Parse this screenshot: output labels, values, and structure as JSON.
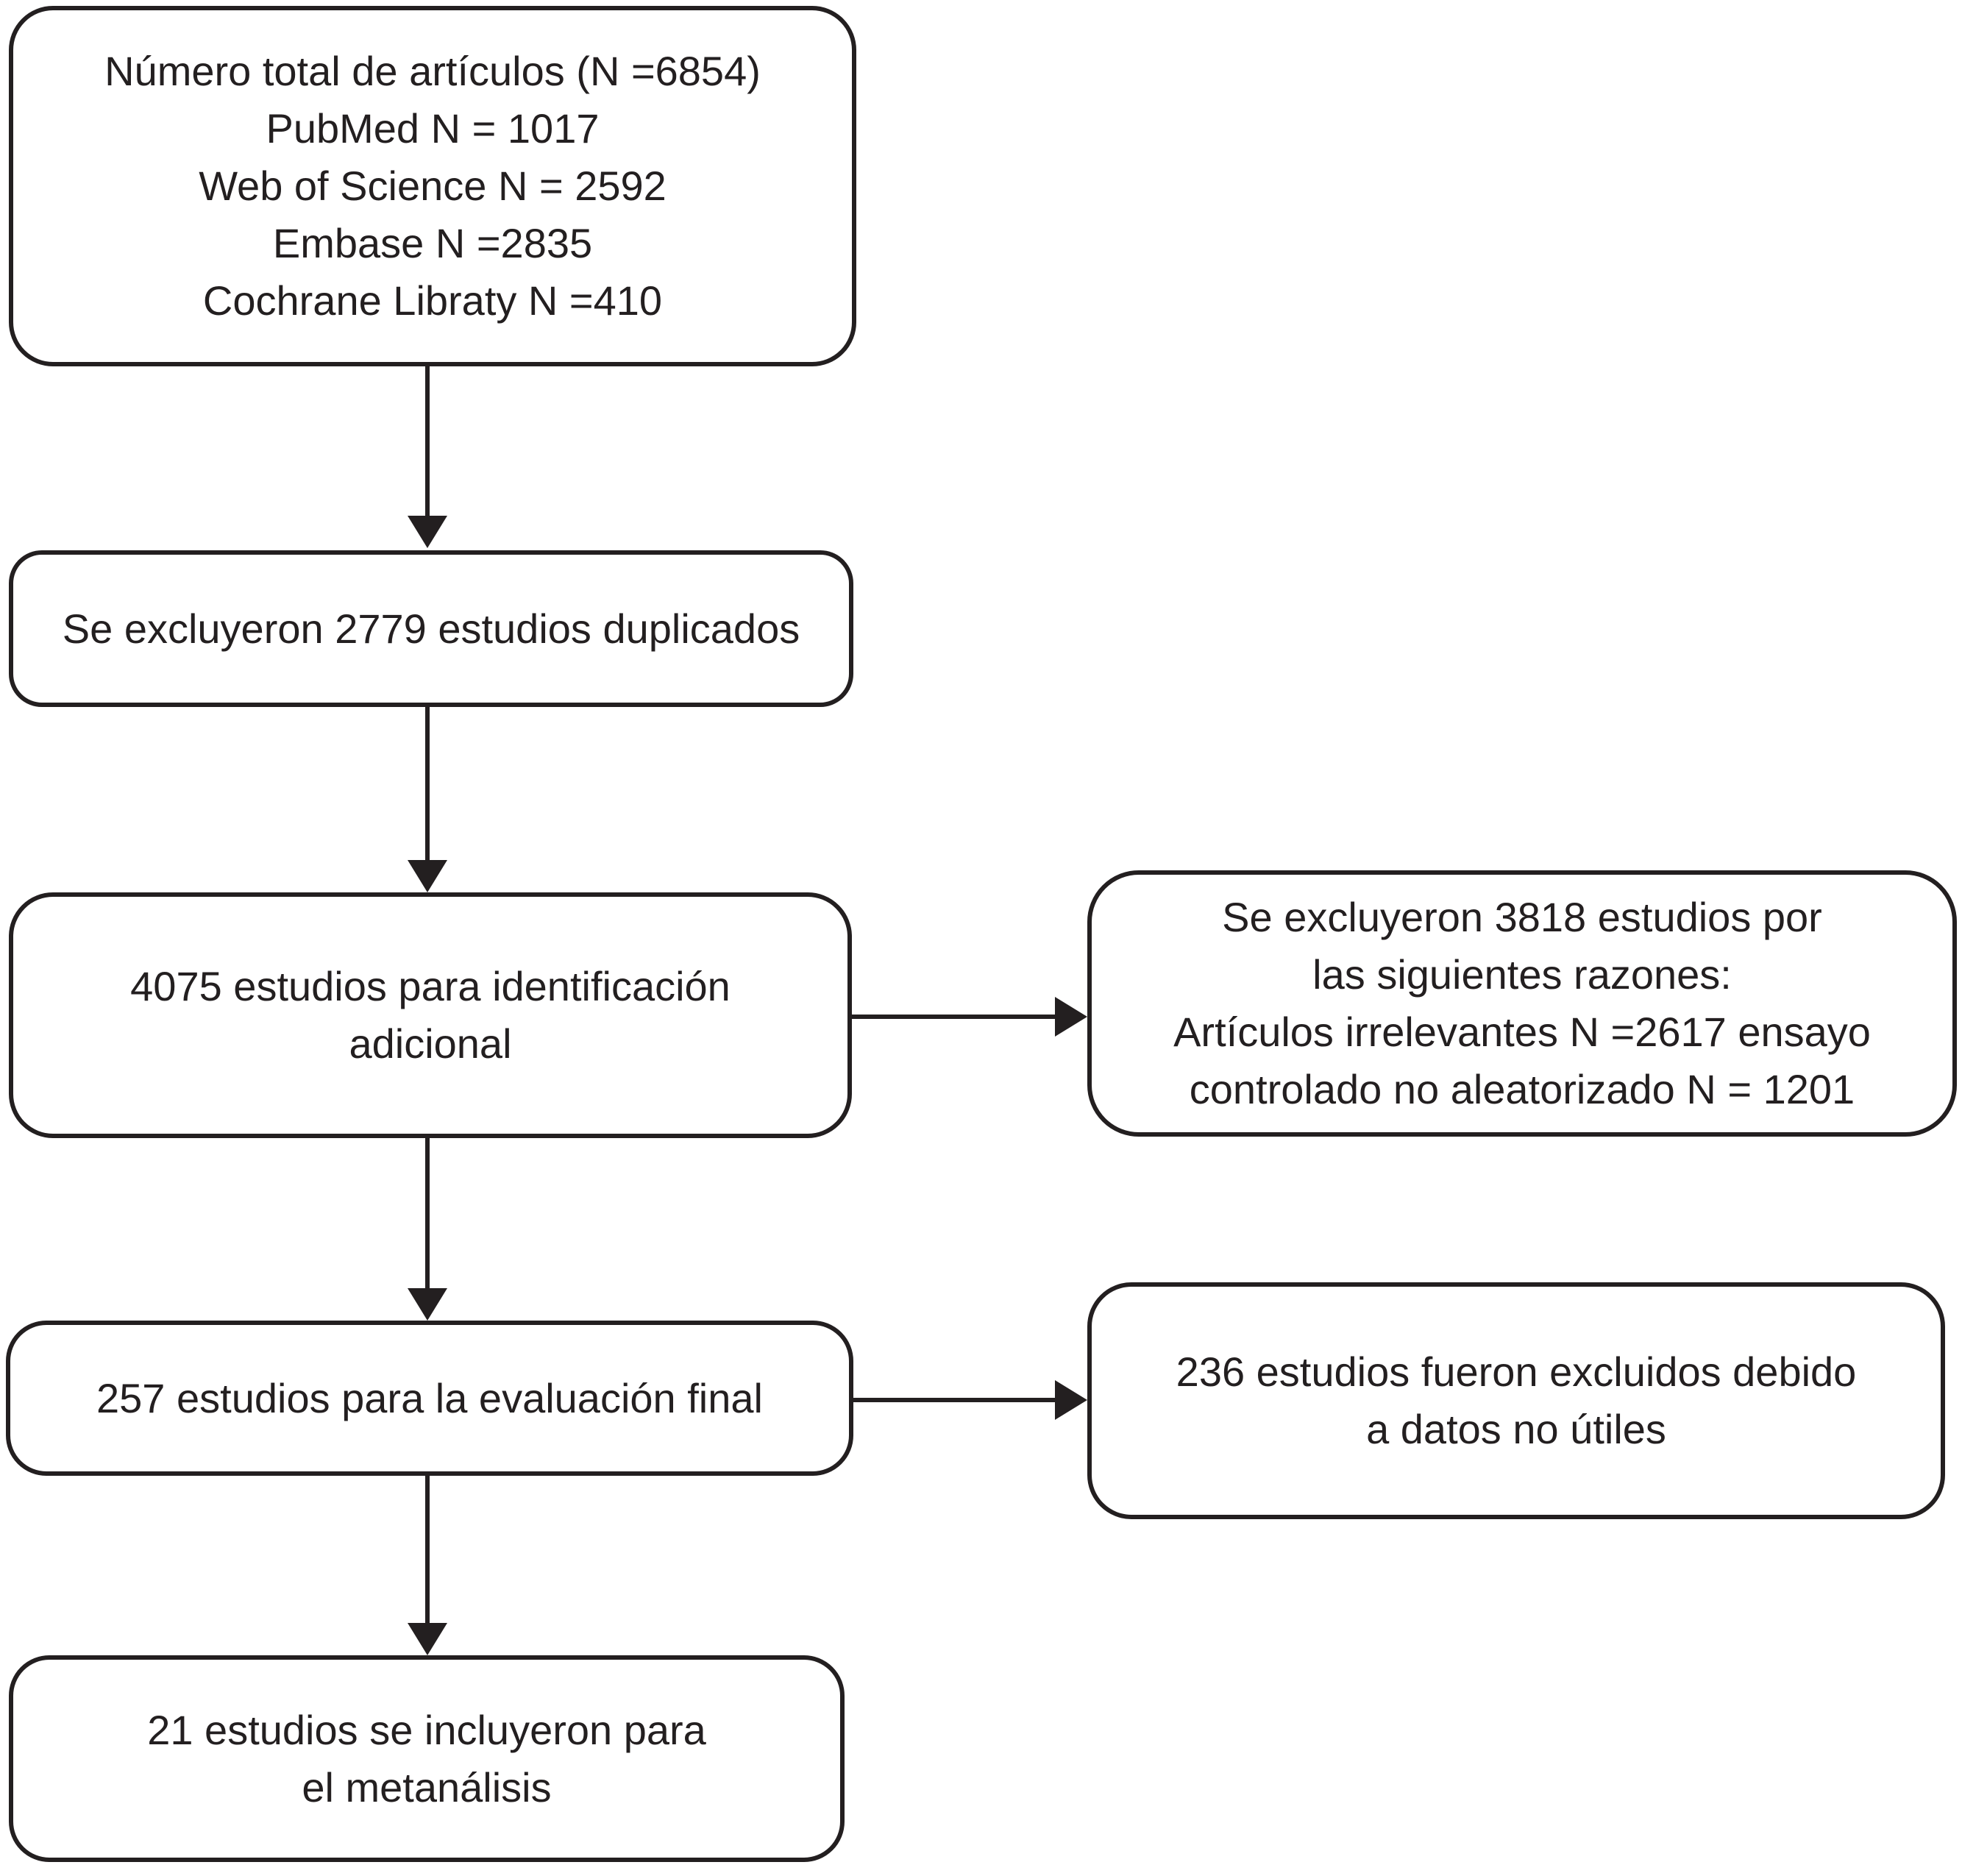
{
  "figure": {
    "background": "#ffffff",
    "line_color": "#231f20",
    "boxes": {
      "total": {
        "lines": [
          "Número total de artículos (N =6854)",
          "PubMed N = 1017",
          "Web of Science N = 2592",
          "Embase N =2835",
          "Cochrane Libraty N =410"
        ]
      },
      "duplicates": {
        "lines": [
          "Se excluyeron 2779 estudios duplicados"
        ]
      },
      "identification": {
        "lines": [
          "4075 estudios para identificación",
          "adicional"
        ]
      },
      "excluded_reasons": {
        "lines": [
          "Se excluyeron 3818 estudios por",
          "las siguientes razones:",
          "Artículos irrelevantes N =2617 ensayo",
          "controlado no aleatorizado N = 1201"
        ]
      },
      "final_evaluation": {
        "lines": [
          "257 estudios para la evaluación final"
        ]
      },
      "excluded_unusable": {
        "lines": [
          "236 estudios fueron excluidos debido",
          "a datos no útiles"
        ]
      },
      "meta_analysis": {
        "lines": [
          "21 estudios se incluyeron para",
          "el metanálisis"
        ]
      }
    }
  }
}
